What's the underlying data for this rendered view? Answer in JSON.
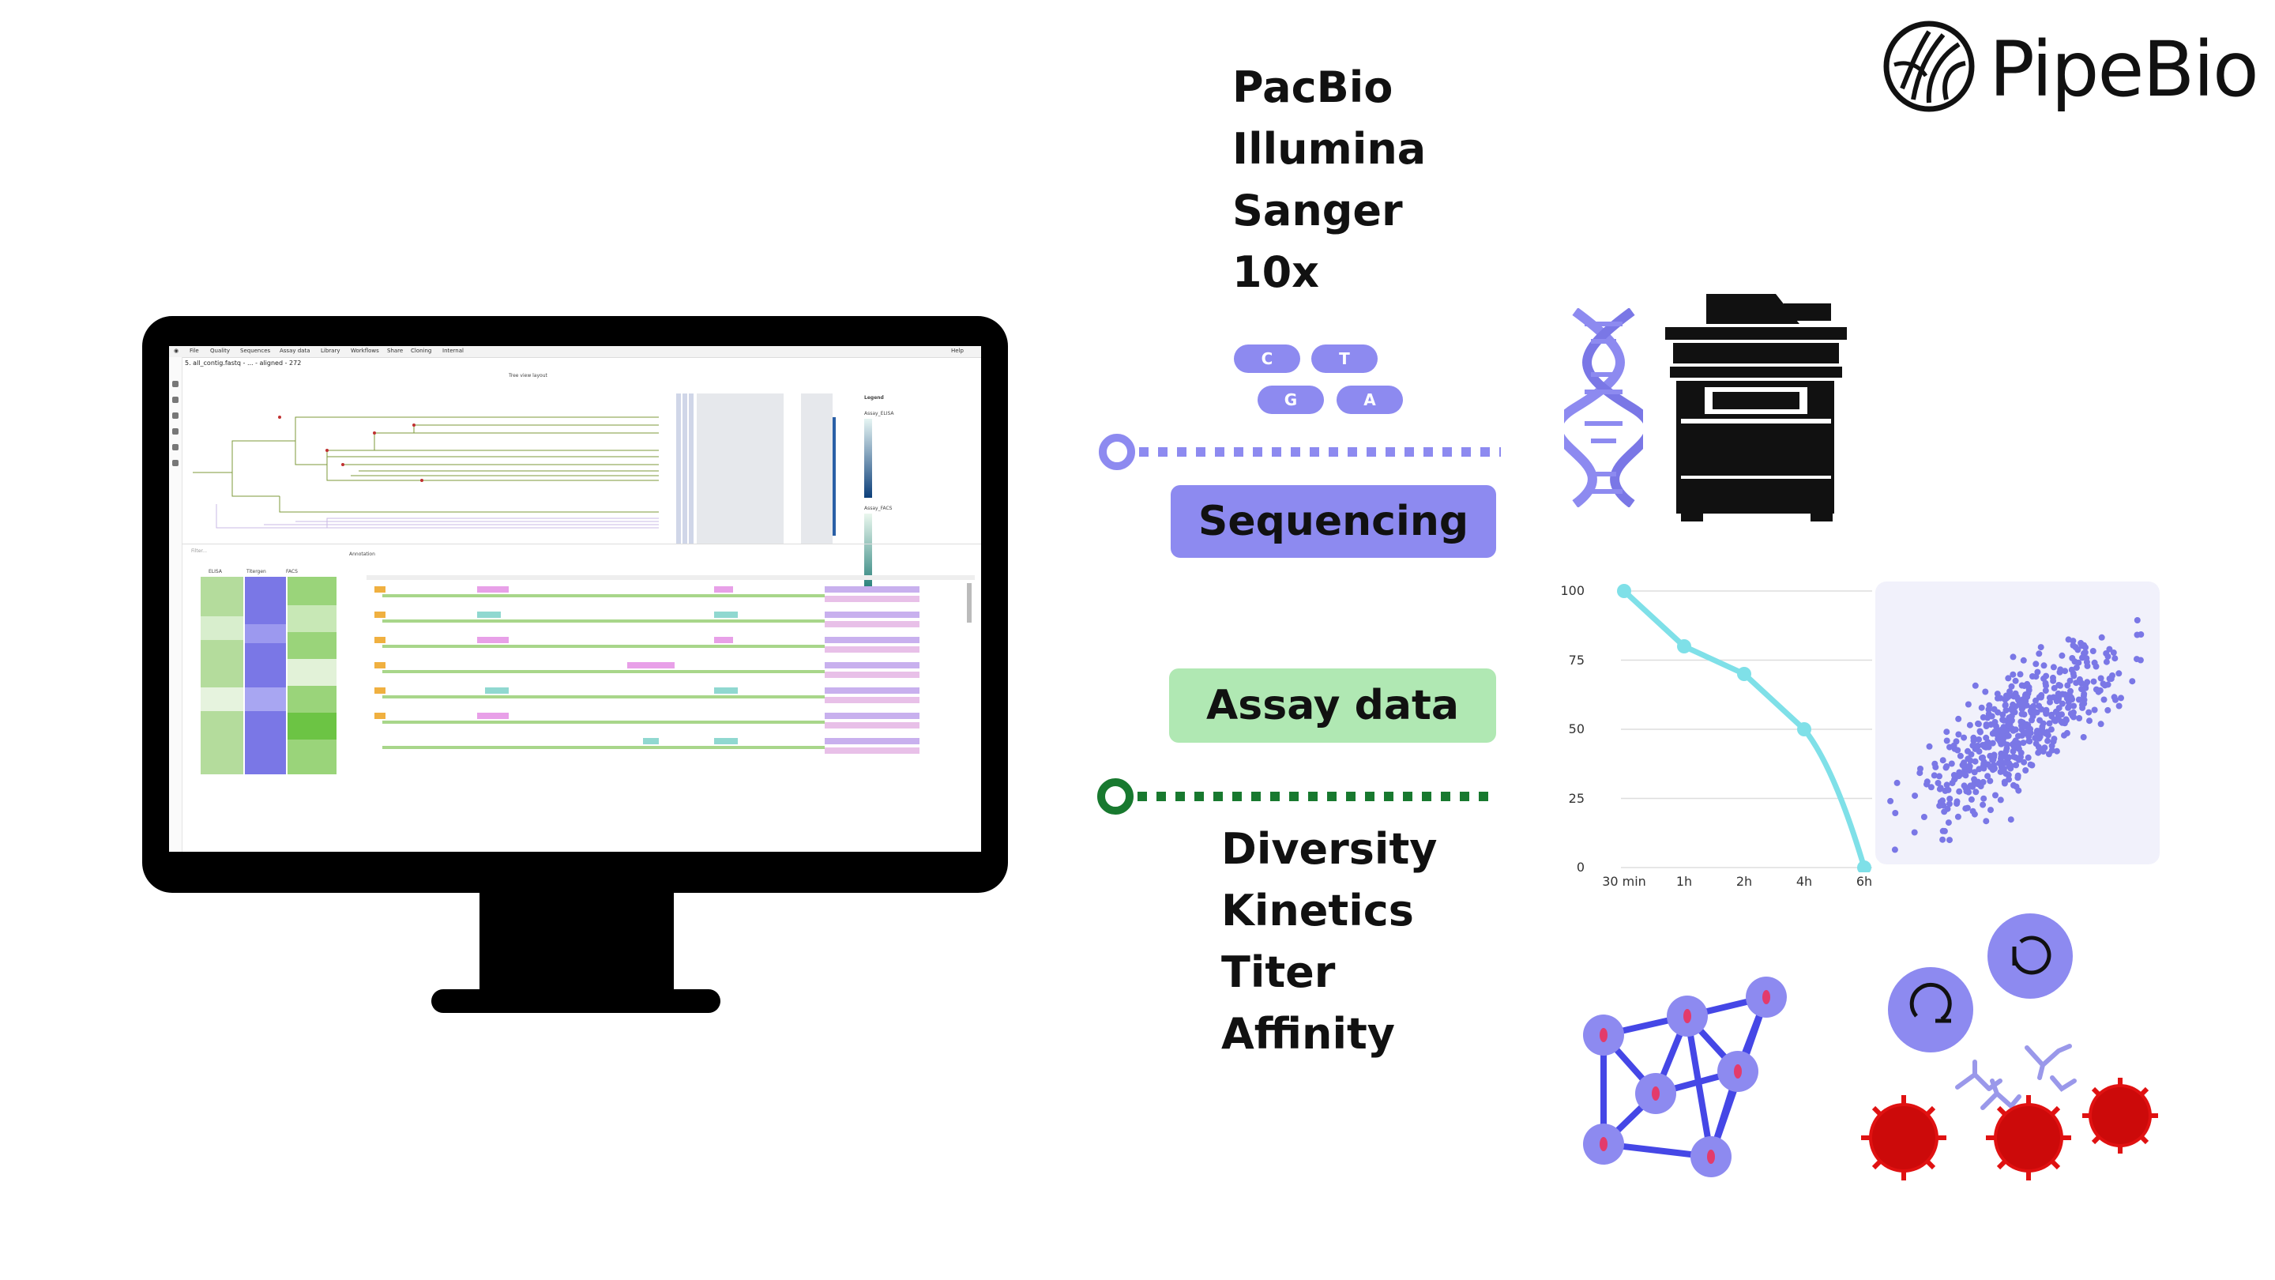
{
  "brand": {
    "name": "PipeBio"
  },
  "screen": {
    "menu": [
      "File",
      "Quality",
      "Sequences",
      "Assay data",
      "Library",
      "Workflows",
      "Share",
      "Cloning",
      "Internal"
    ],
    "help": "Help",
    "doc_title": "5. all_contig.fastq - ... - aligned - 272",
    "tree_layout": "Tree view layout",
    "legend": "Legend",
    "legend_a": "Assay_ELISA",
    "legend_b": "Assay_FACS",
    "filter_placeholder": "Filter...",
    "col_elisa": "ELISA",
    "col_titergen": "Titergen",
    "col_facs": "FACS",
    "col_annotation": "Annotation"
  },
  "sequencing_platforms": [
    "PacBio",
    "Illumina",
    "Sanger",
    "10x"
  ],
  "nucleotides": [
    "C",
    "T",
    "G",
    "A"
  ],
  "sequencing_label": "Sequencing",
  "assay_label": "Assay data",
  "assay_types": [
    "Diversity",
    "Kinetics",
    "Titer",
    "Affinity"
  ],
  "colors": {
    "purple": "#8d8af0",
    "purple_dark": "#7a77e6",
    "green_dark": "#18792f",
    "green_light": "#b0e8b3",
    "cyan": "#7fe0e8",
    "red": "#e01111"
  },
  "chart_data": {
    "type": "line",
    "categories": [
      "30 min",
      "1h",
      "2h",
      "4h",
      "6h"
    ],
    "values": [
      100,
      80,
      70,
      50,
      0
    ],
    "yticks": [
      0,
      25,
      50,
      75,
      100
    ],
    "ylim": [
      0,
      100
    ],
    "grid": true
  }
}
